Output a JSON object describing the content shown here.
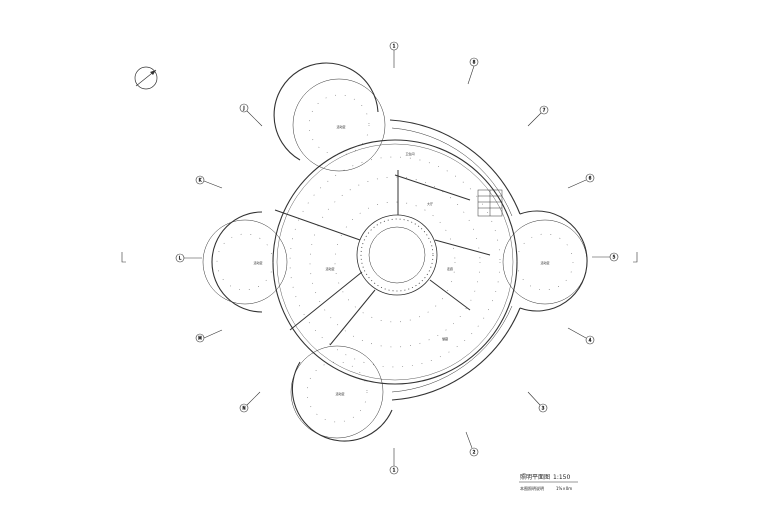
{
  "drawing": {
    "title": "照明平面图",
    "title_scale": "1:150",
    "subtitle": "本图照明说明",
    "subtitle_scale": "1%×0m",
    "line_color": "#333333",
    "background_color": "#ffffff"
  },
  "grid_axes": {
    "top": "1",
    "top_right_1": "8",
    "top_right_2": "7",
    "right_1": "6",
    "right_2": "5",
    "bottom_right_1": "4",
    "bottom_right_2": "3",
    "bottom_right_3": "2",
    "bottom": "1",
    "bottom_left_1": "N",
    "bottom_left_2": "M",
    "left": "L",
    "top_left_1": "K",
    "top_left_2": "J"
  },
  "rooms": [
    "活动室",
    "活动室",
    "活动室",
    "活动室",
    "活动室",
    "大厅",
    "走廊",
    "卫生间",
    "储藏"
  ],
  "icons": {
    "north_arrow": "north-arrow-icon"
  }
}
